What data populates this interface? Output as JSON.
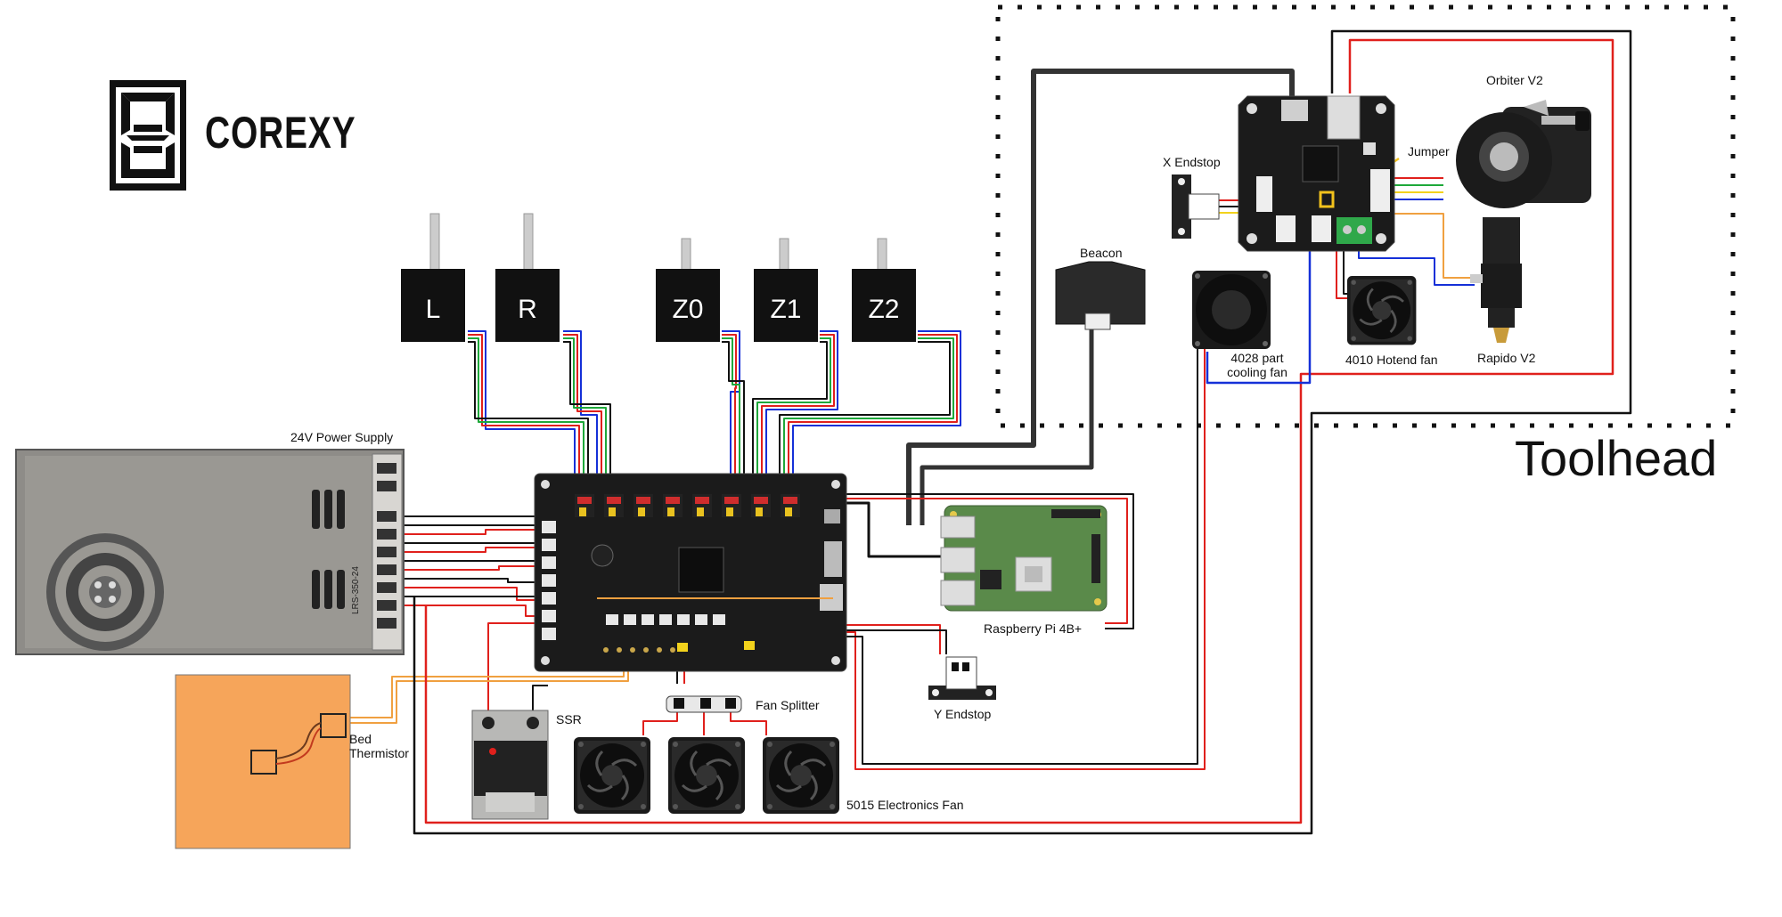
{
  "brand": {
    "name": "COREXY",
    "logo_icon": "corexy-logo-icon"
  },
  "toolhead_label": "Toolhead",
  "motors": [
    {
      "id": "L",
      "label": "L"
    },
    {
      "id": "R",
      "label": "R"
    },
    {
      "id": "Z0",
      "label": "Z0"
    },
    {
      "id": "Z1",
      "label": "Z1"
    },
    {
      "id": "Z2",
      "label": "Z2"
    }
  ],
  "labels": {
    "power_supply": "24V Power Supply",
    "psu_model": "LRS-350-24",
    "bed_thermistor": "Bed Thermistor",
    "ssr": "SSR",
    "fan_splitter": "Fan Splitter",
    "electronics_fan": "5015 Electronics Fan",
    "raspberry_pi": "Raspberry Pi 4B+",
    "y_endstop": "Y Endstop",
    "beacon": "Beacon",
    "x_endstop": "X Endstop",
    "jumper": "Jumper",
    "orbiter": "Orbiter V2",
    "part_fan": "4028 part cooling fan",
    "hotend_fan": "4010 Hotend fan",
    "rapido": "Rapido V2"
  },
  "colors": {
    "wire_red": "#e0201c",
    "wire_black": "#111111",
    "wire_blue": "#1530d8",
    "wire_green": "#1ea83a",
    "wire_yellow": "#f2d21c",
    "wire_orange": "#f0a040",
    "bed": "#f6a55a",
    "board": "#1b1b1b",
    "pi_green": "#5a8a4a"
  }
}
